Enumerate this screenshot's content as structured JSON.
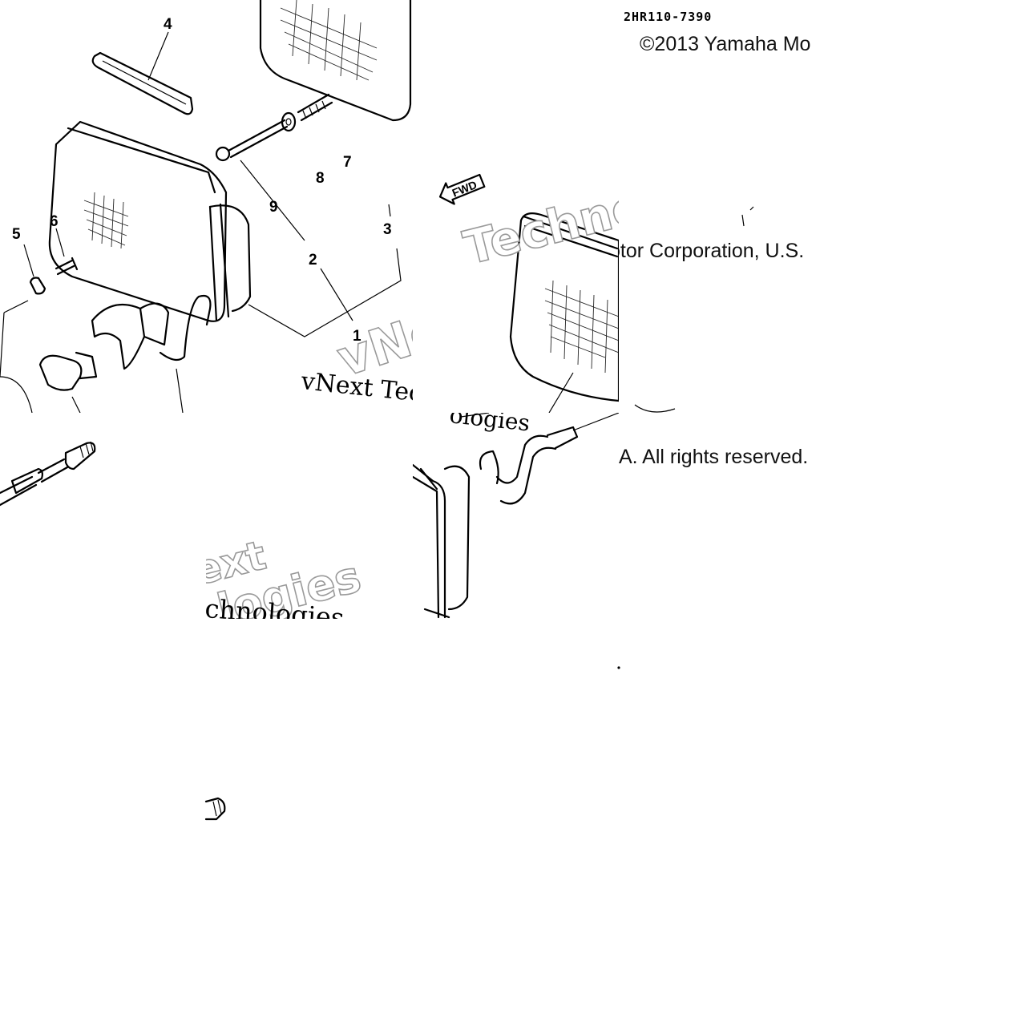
{
  "diagram": {
    "part_code": "2HR110-7390",
    "copyright_parts": [
      "©2013 Yamaha Mo",
      "otor Corporation, U.S.",
      "A. All rights reserved."
    ],
    "fwd_label": "FWD",
    "watermark_words": [
      "Techno",
      "vNe",
      "vNext Tec",
      "ologies",
      "ext",
      "logies",
      "chnologies"
    ],
    "callouts": [
      "1",
      "2",
      "3",
      "4",
      "5",
      "6",
      "7",
      "8",
      "9"
    ]
  }
}
